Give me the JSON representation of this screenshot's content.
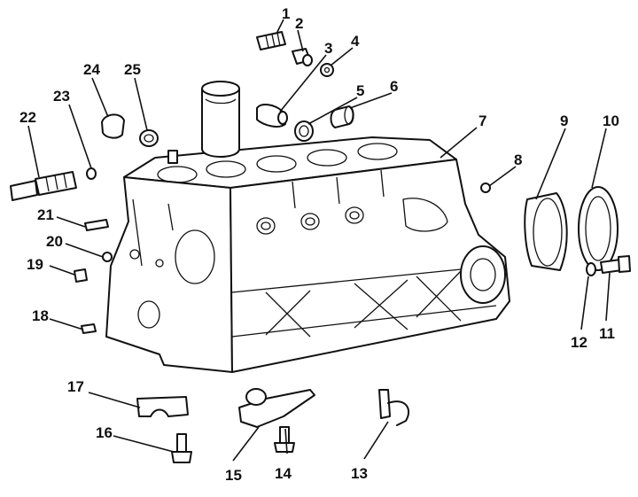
{
  "diagram": {
    "callouts": [
      {
        "n": "1"
      },
      {
        "n": "2"
      },
      {
        "n": "3"
      },
      {
        "n": "4"
      },
      {
        "n": "5"
      },
      {
        "n": "6"
      },
      {
        "n": "7"
      },
      {
        "n": "8"
      },
      {
        "n": "9"
      },
      {
        "n": "10"
      },
      {
        "n": "11"
      },
      {
        "n": "12"
      },
      {
        "n": "13"
      },
      {
        "n": "14"
      },
      {
        "n": "15"
      },
      {
        "n": "16"
      },
      {
        "n": "17"
      },
      {
        "n": "18"
      },
      {
        "n": "19"
      },
      {
        "n": "20"
      },
      {
        "n": "21"
      },
      {
        "n": "22"
      },
      {
        "n": "23"
      },
      {
        "n": "24"
      },
      {
        "n": "25"
      }
    ]
  }
}
